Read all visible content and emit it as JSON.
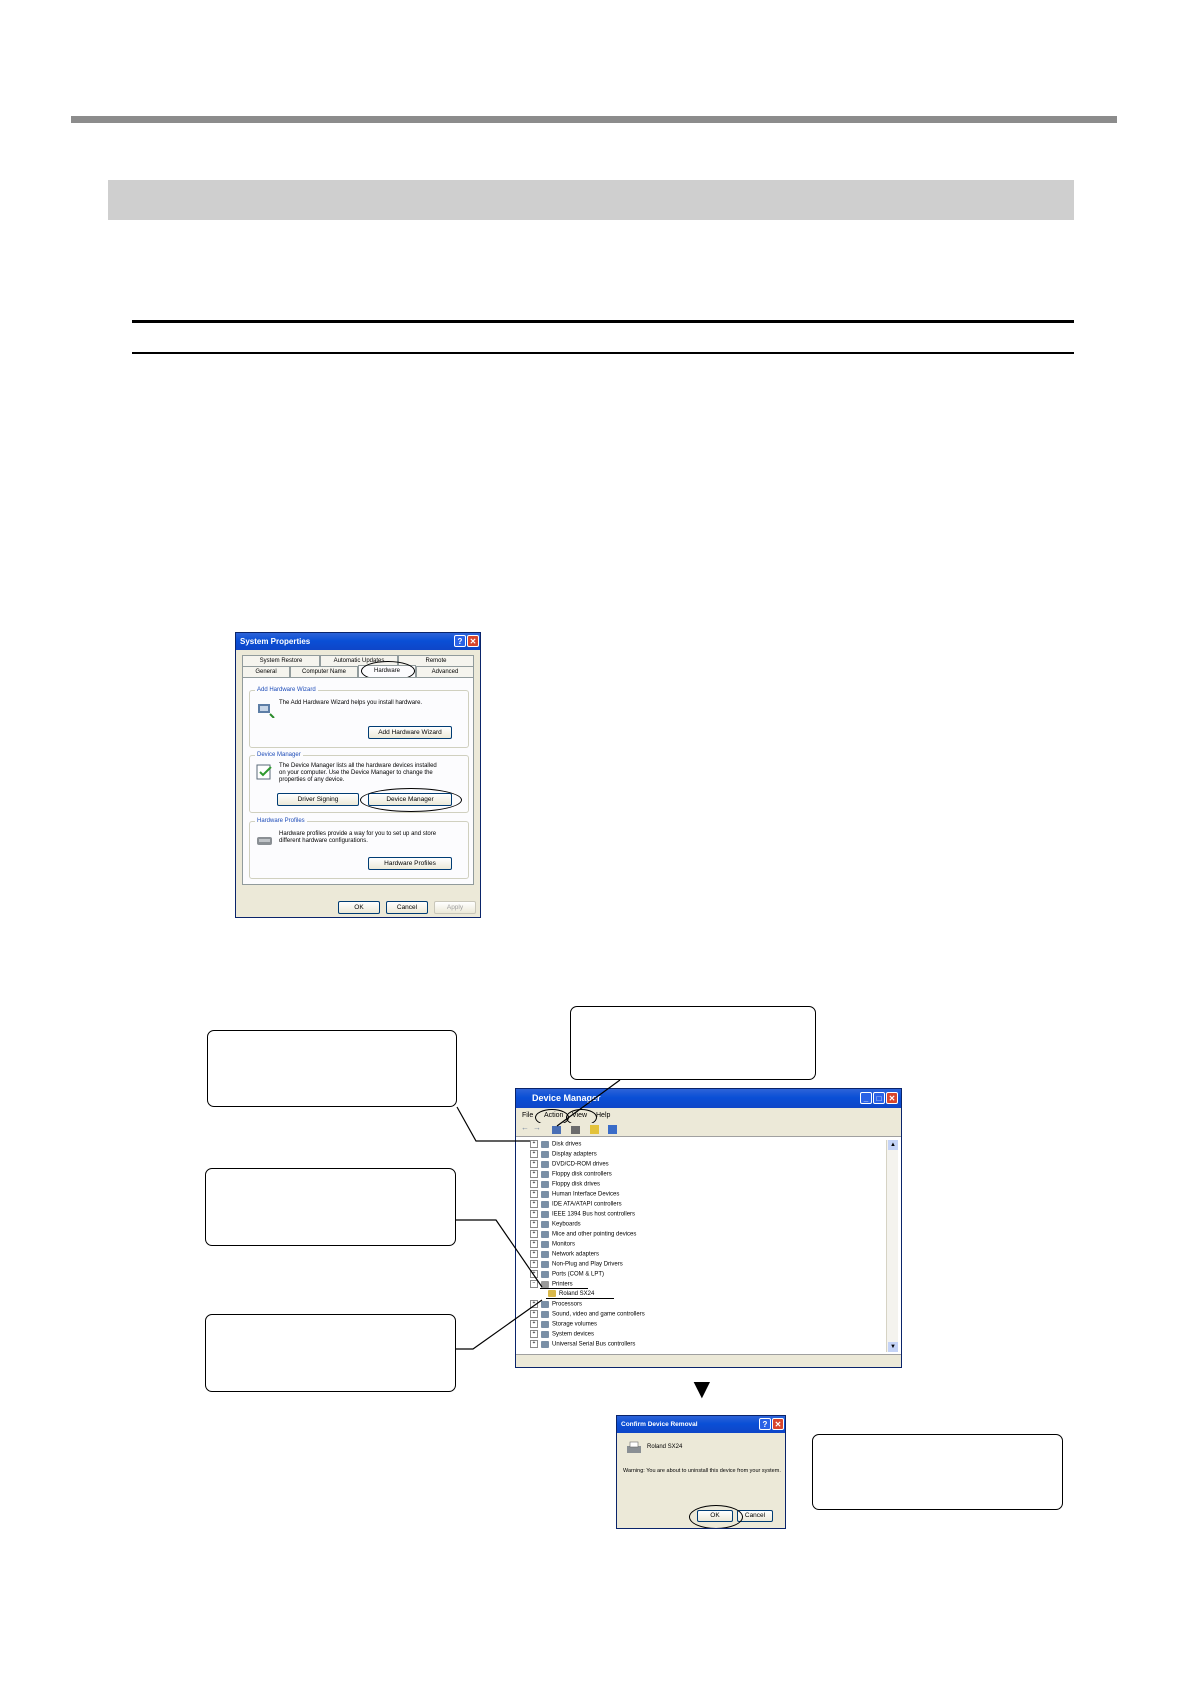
{
  "system_properties": {
    "title": "System Properties",
    "tabs_row1": [
      "System Restore",
      "Automatic Updates",
      "Remote"
    ],
    "tabs_row2": [
      "General",
      "Computer Name",
      "Hardware",
      "Advanced"
    ],
    "add_hw": {
      "label": "Add Hardware Wizard",
      "text": "The Add Hardware Wizard helps you install hardware.",
      "button": "Add Hardware Wizard"
    },
    "device_manager": {
      "label": "Device Manager",
      "text1": "The Device Manager lists all the hardware devices installed",
      "text2": "on your computer. Use the Device Manager to change the",
      "text3": "properties of any device.",
      "driver_signing": "Driver Signing",
      "button": "Device Manager"
    },
    "profiles": {
      "label": "Hardware Profiles",
      "text1": "Hardware profiles provide a way for you to set up and store",
      "text2": "different hardware configurations.",
      "button": "Hardware Profiles"
    },
    "ok": "OK",
    "cancel": "Cancel",
    "apply": "Apply",
    "help_glyph": "?",
    "close_glyph": "✕"
  },
  "device_manager_window": {
    "title": "Device Manager",
    "menu": [
      "File",
      "Action",
      "View",
      "Help"
    ],
    "tree": [
      "Disk drives",
      "Display adapters",
      "DVD/CD-ROM drives",
      "Floppy disk controllers",
      "Floppy disk drives",
      "Human Interface Devices",
      "IDE ATA/ATAPI controllers",
      "IEEE 1394 Bus host controllers",
      "Keyboards",
      "Mice and other pointing devices",
      "Monitors",
      "Network adapters",
      "Non-Plug and Play Drivers",
      "Ports (COM & LPT)",
      "Printers",
      "Roland SX24",
      "Processors",
      "Sound, video and game controllers",
      "Storage volumes",
      "System devices",
      "Universal Serial Bus controllers"
    ]
  },
  "confirm_dialog": {
    "title": "Confirm Device Removal",
    "device": "Roland SX24",
    "warning": "Warning: You are about to uninstall this device from your system.",
    "ok": "OK",
    "cancel": "Cancel"
  },
  "arrow_glyph": "▼"
}
